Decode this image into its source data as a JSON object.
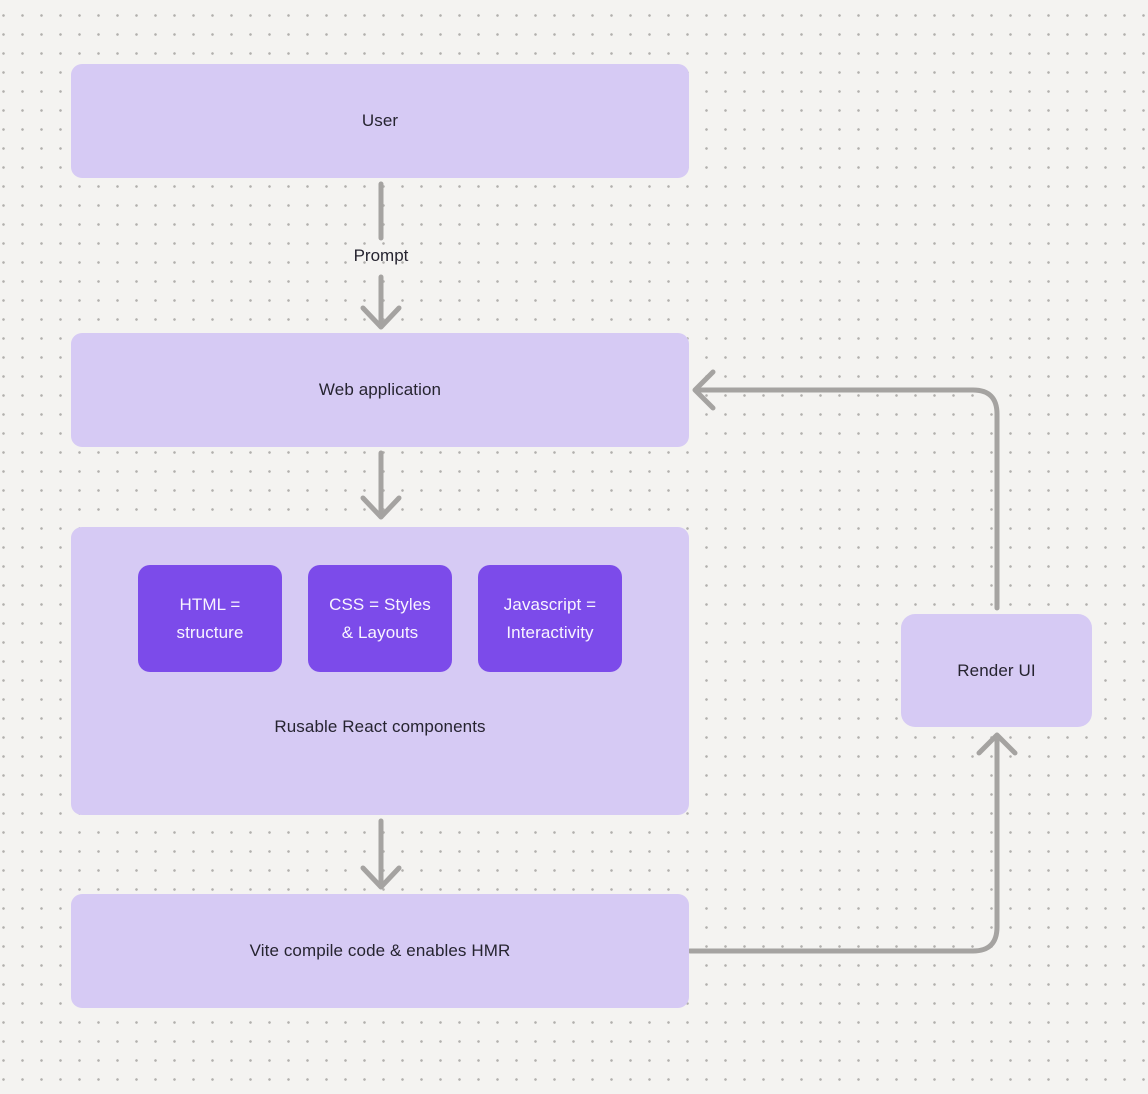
{
  "colors": {
    "canvas_bg": "#f4f3f1",
    "dot_color": "#b2b0ae",
    "box_light": "#d6caf4",
    "box_dark": "#7c4bea",
    "arrow": "#a5a3a1",
    "text_dark": "#262430",
    "text_light": "#f8f4ff"
  },
  "nodes": {
    "user": {
      "label": "User"
    },
    "web_application": {
      "label": "Web application"
    },
    "react_container": {
      "caption": "Rusable React components"
    },
    "html_block": {
      "line1": "HTML =",
      "line2": "structure"
    },
    "css_block": {
      "line1": "CSS = Styles",
      "line2": "& Layouts"
    },
    "js_block": {
      "line1": "Javascript =",
      "line2": "Interactivity"
    },
    "vite": {
      "label": "Vite compile code & enables HMR"
    },
    "render_ui": {
      "label": "Render UI"
    }
  },
  "edges": {
    "user_to_webapp": {
      "label": "Prompt"
    }
  }
}
